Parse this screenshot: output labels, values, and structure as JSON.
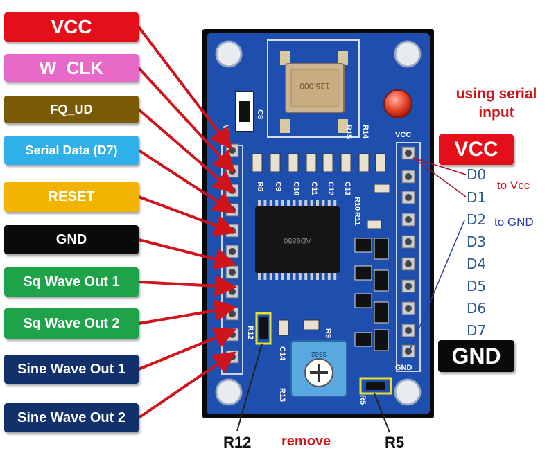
{
  "left_labels": [
    {
      "text": "VCC",
      "bg": "#e3101a",
      "fg": "#ffffff"
    },
    {
      "text": "W_CLK",
      "bg": "#e86ac8",
      "fg": "#ffffff"
    },
    {
      "text": "FQ_UD",
      "bg": "#7a5a06",
      "fg": "#ffffff"
    },
    {
      "text": "Serial Data (D7)",
      "bg": "#2fb0e8",
      "fg": "#ffffff"
    },
    {
      "text": "RESET",
      "bg": "#f2b400",
      "fg": "#ffffff"
    },
    {
      "text": "GND",
      "bg": "#0a0a0a",
      "fg": "#ffffff"
    },
    {
      "text": "Sq Wave Out 1",
      "bg": "#1ea34a",
      "fg": "#ffffff"
    },
    {
      "text": "Sq Wave Out 2",
      "bg": "#1ea34a",
      "fg": "#ffffff"
    },
    {
      "text": "Sine Wave Out 1",
      "bg": "#12306a",
      "fg": "#ffffff"
    },
    {
      "text": "Sine Wave Out 2",
      "bg": "#12306a",
      "fg": "#ffffff"
    }
  ],
  "right": {
    "vcc_label": "VCC",
    "gnd_label": "GND",
    "pins": [
      "D0",
      "D1",
      "D2",
      "D3",
      "D4",
      "D5",
      "D6",
      "D7"
    ],
    "to_vcc": "to Vcc",
    "to_gnd": "to GND",
    "serial_note": "using serial\ninput"
  },
  "board_text": {
    "chip_marking": "AD9850",
    "crystal_marking": "125.000",
    "pot_marking": "3362",
    "silk": [
      "VCC",
      "C8",
      "R14",
      "R15",
      "R6",
      "C9",
      "C10",
      "C11",
      "C12",
      "C13",
      "R10",
      "R11",
      "R9",
      "C14",
      "R12",
      "R13",
      "R5",
      "VCC",
      "GND"
    ]
  },
  "bottom": {
    "r12": "R12",
    "remove": "remove",
    "r5": "R5"
  },
  "colors": {
    "arrow": "#d0141c",
    "board": "#1f4fae",
    "vcc_line": "#b0102a",
    "gnd_line": "#2a3aa8",
    "highlight": "#e8e030"
  }
}
